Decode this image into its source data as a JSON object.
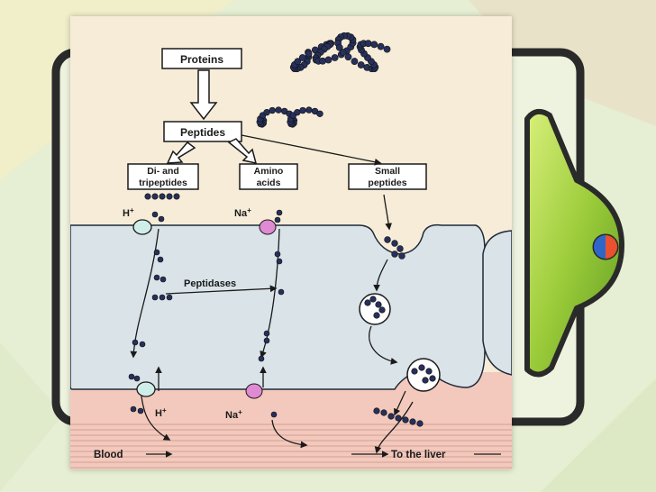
{
  "colors": {
    "slide_background": "#e6eed3",
    "frame_outline": "#2a2a2a",
    "clip_green": "#9ccc3a",
    "figure_background": "#f6ecd8",
    "cell_fill": "#d9e3e8",
    "blood_pink": "#f3c9bd",
    "bead_navy": "#27305a",
    "transporter_pink": "#e08ad3"
  },
  "diagram": {
    "box_proteins": "Proteins",
    "box_peptides": "Peptides",
    "box_di_tri": [
      "Di- and",
      "tripeptides"
    ],
    "box_amino": [
      "Amino",
      "acids"
    ],
    "box_small": [
      "Small",
      "peptides"
    ],
    "h_ion_top": "H",
    "na_ion_top": "Na",
    "enzyme_label": "Peptidases",
    "h_ion_bottom": "H",
    "na_ion_bottom": "Na",
    "ion_charge": "+",
    "blood_label": "Blood",
    "liver_label": "To the liver"
  }
}
